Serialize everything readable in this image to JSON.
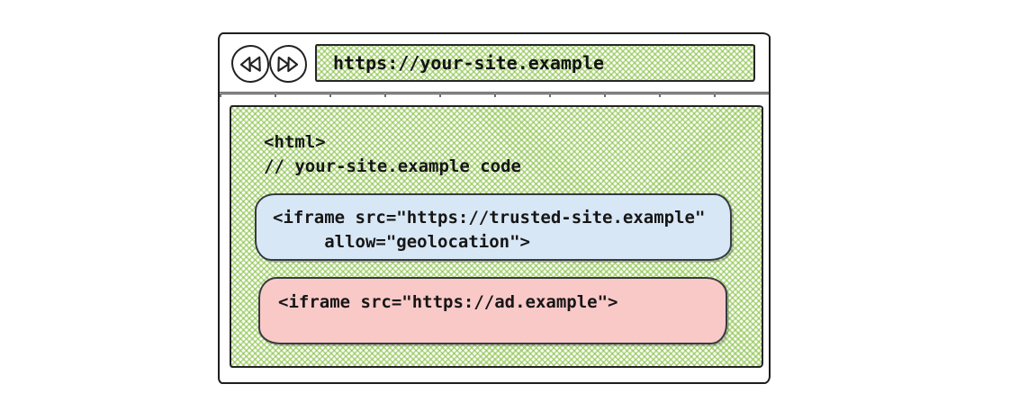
{
  "browser": {
    "back_icon": "double-left-arrow",
    "forward_icon": "double-right-arrow",
    "url": "https://your-site.example"
  },
  "content": {
    "code_lines": [
      "<html>",
      "// your-site.example code"
    ],
    "trusted_iframe": {
      "line1": "<iframe src=\"https://trusted-site.example\"",
      "line2": "     allow=\"geolocation\">",
      "fill_color": "#d8e7f6"
    },
    "ad_iframe": {
      "line1": "<iframe src=\"https://ad.example\">",
      "fill_color": "#f9c9c8"
    }
  },
  "colors": {
    "hatch_green": "#8bc34a",
    "ink": "#161616",
    "trusted_fill": "#d8e7f6",
    "ad_fill": "#f9c9c8",
    "frame": "#1e1e1e"
  }
}
